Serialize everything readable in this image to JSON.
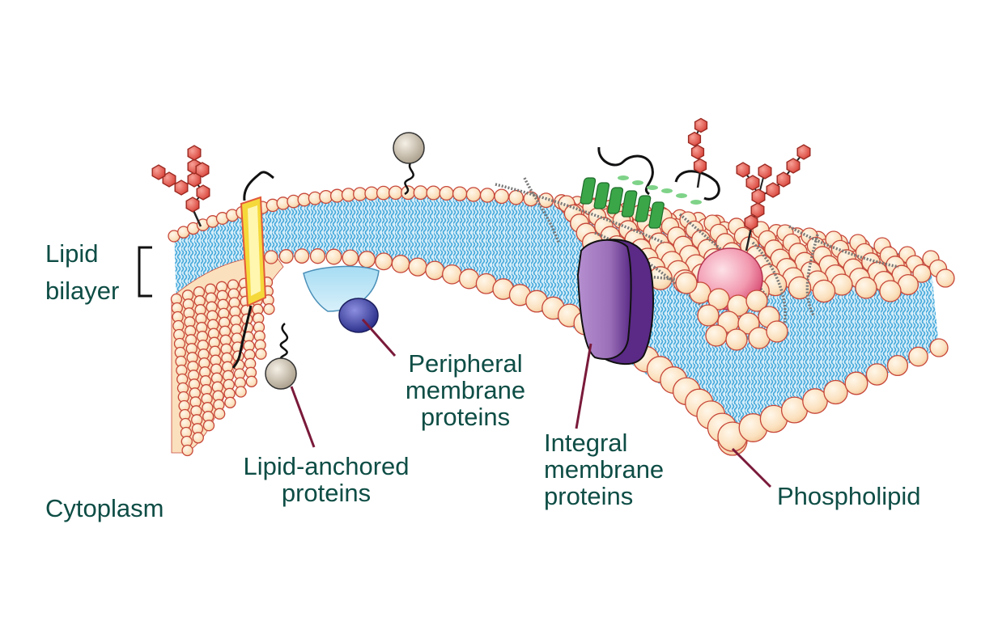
{
  "labels": {
    "lipid_bilayer": [
      "Lipid",
      "bilayer"
    ],
    "peripheral": [
      "Peripheral",
      "membrane",
      "proteins"
    ],
    "lipid_anchored": [
      "Lipid-anchored",
      "proteins"
    ],
    "integral": [
      "Integral",
      "membrane",
      "proteins"
    ],
    "phospholipid": "Phospholipid",
    "cytoplasm": "Cytoplasm"
  },
  "colors": {
    "label_text": "#0e4d45",
    "leader_line": "#7a1a3a",
    "phospholipid_head": "#fbe3c4",
    "phospholipid_outline": "#c7473a",
    "tail_region": "#d3ecf8",
    "tail_line": "#3aa3d8",
    "sugar_chain": "#e8574a",
    "integral_protein": "#9b6fb8",
    "peripheral_protein": "#3a3f9a",
    "anchored_protein": "#d9d2c6",
    "helix_protein": "#3aa648",
    "glycoprotein": "#e96f8c",
    "channel_protein": "#f5d93a"
  }
}
